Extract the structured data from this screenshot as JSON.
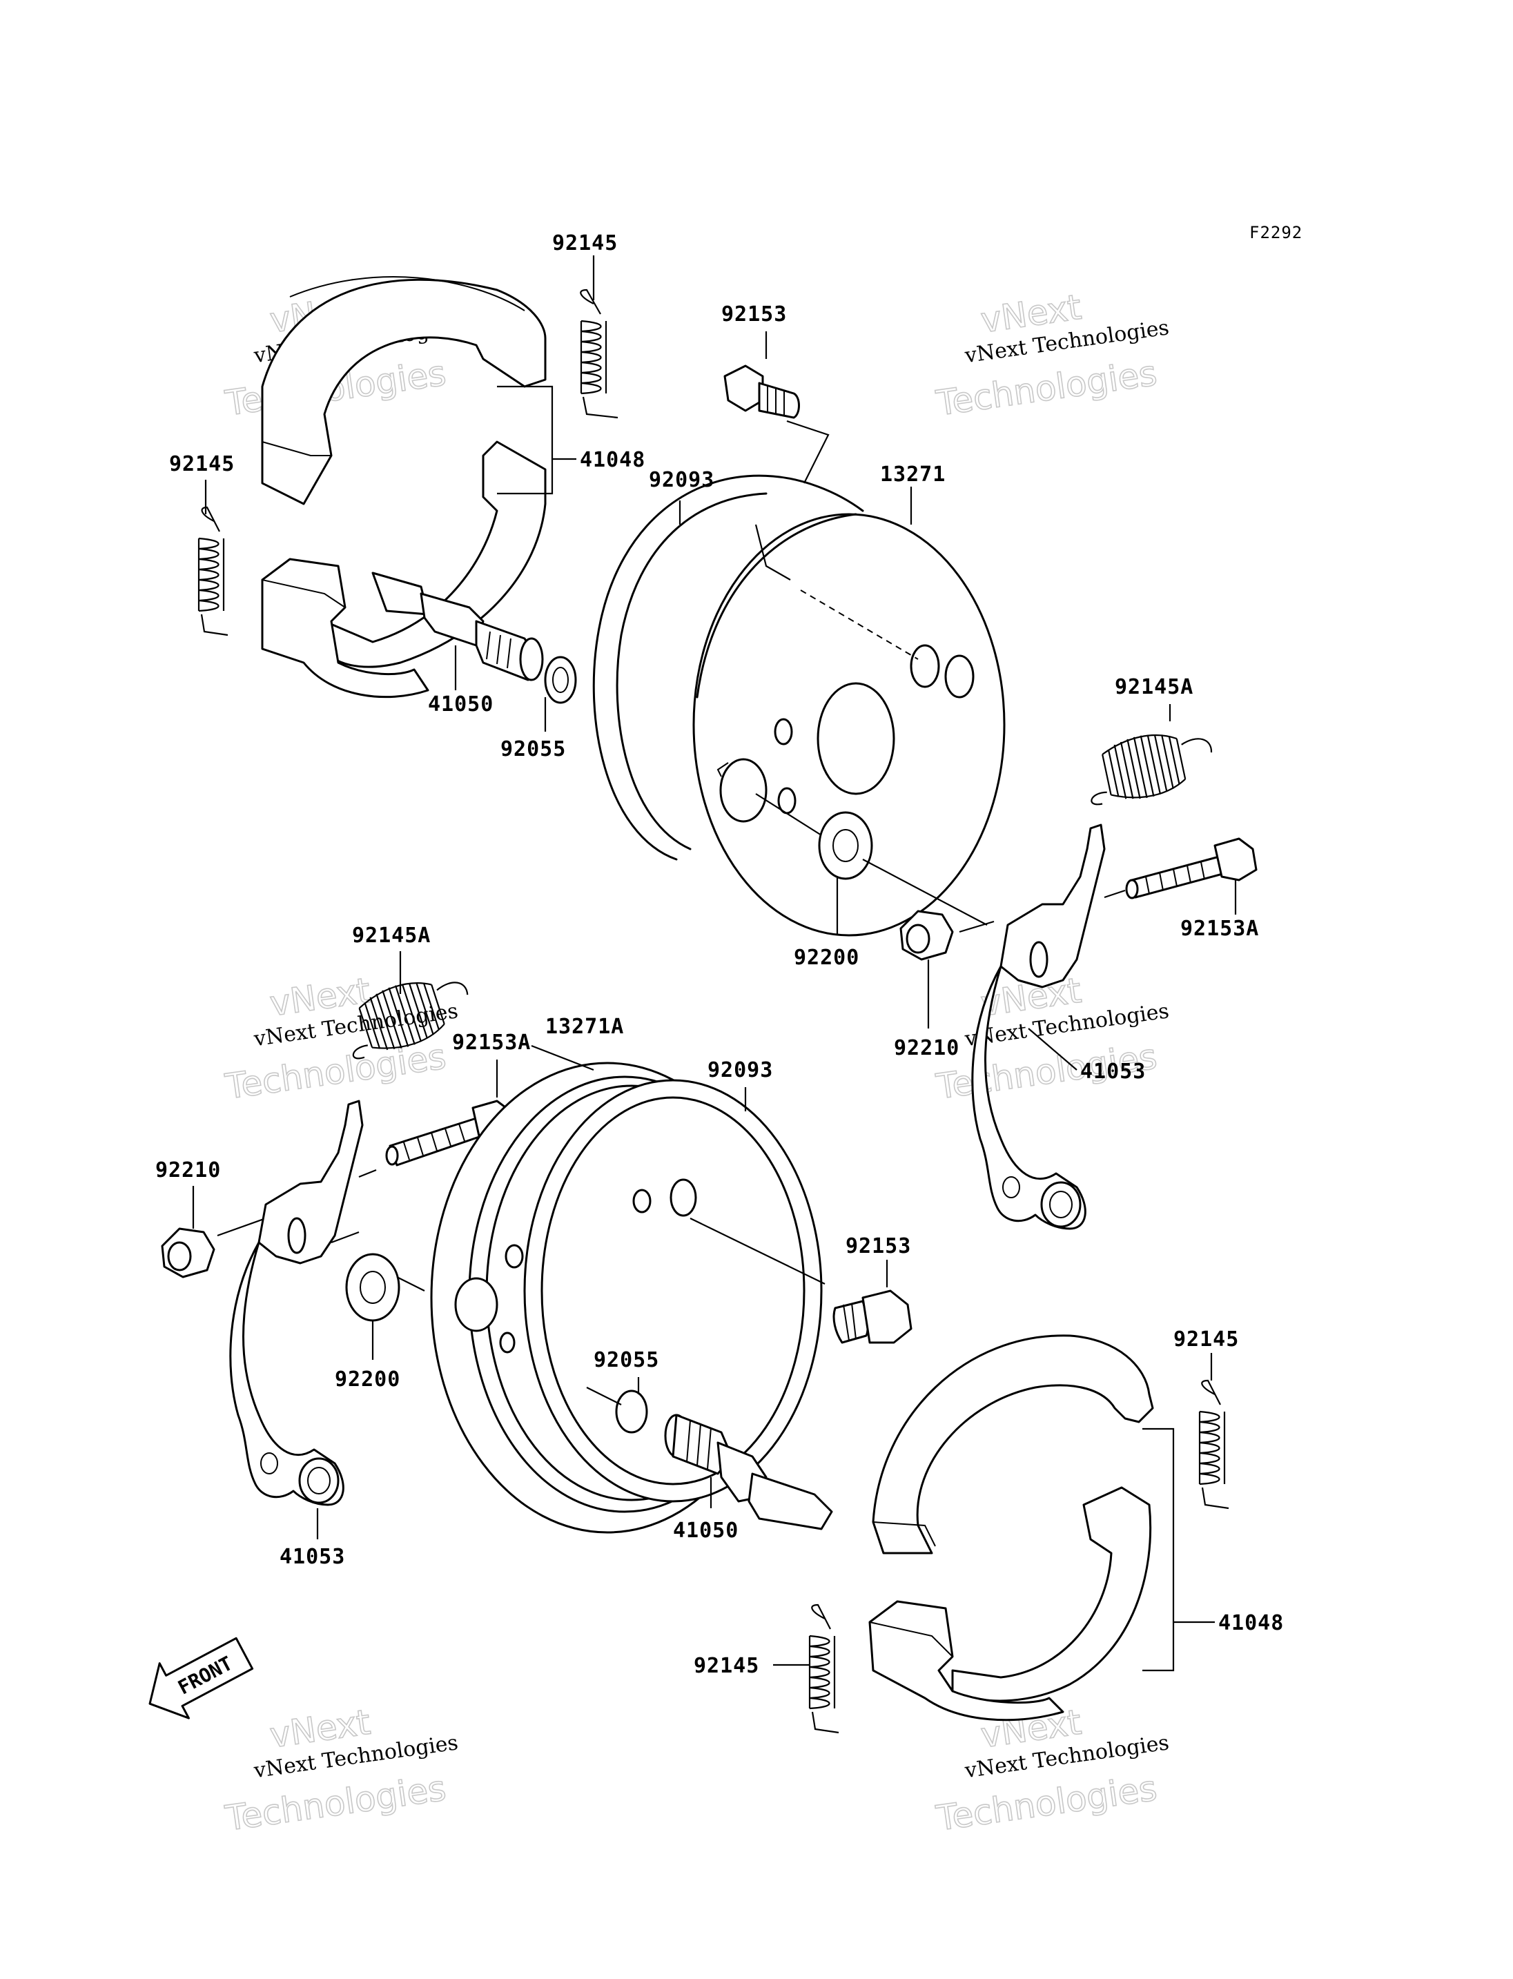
{
  "figure_code": "F2292",
  "watermark": {
    "line1": "vNext Technologies",
    "line2": "vNext",
    "line3": "Technologies"
  },
  "front_marker": "FRONT",
  "part_numbers": {
    "upper_spring_top": "92145",
    "upper_spring_left": "92145",
    "upper_bolt": "92153",
    "upper_shoes": "41048",
    "upper_seal": "92093",
    "upper_drum": "13271",
    "upper_camshaft": "41050",
    "upper_washer": "92055",
    "right_spring_a": "92145A",
    "right_bolt_a": "92153A",
    "right_washer": "92200",
    "right_nut": "92210",
    "right_lever": "41053",
    "left_spring_a": "92145A",
    "left_bolt_a": "92153A",
    "lower_drum": "13271A",
    "lower_seal": "92093",
    "left_nut": "92210",
    "lower_bolt": "92153",
    "lower_washer": "92055",
    "left_washer": "92200",
    "lower_spring_right": "92145",
    "left_lever": "41053",
    "lower_camshaft": "41050",
    "lower_shoes": "41048",
    "lower_spring_left": "92145"
  }
}
